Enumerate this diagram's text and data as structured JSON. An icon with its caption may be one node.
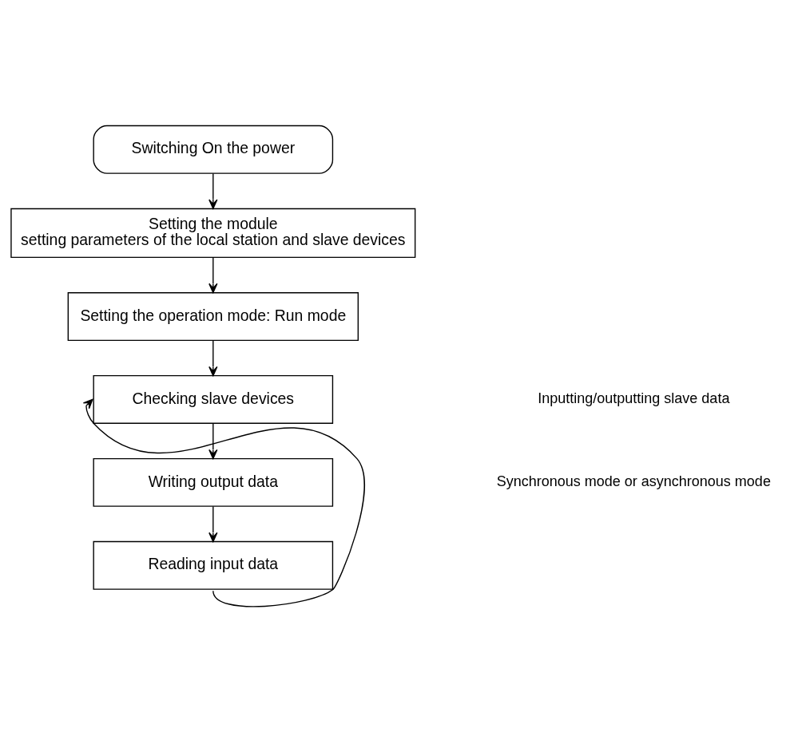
{
  "diagram": {
    "nodes": [
      {
        "text": [
          "Switching On the power"
        ]
      },
      {
        "text": [
          "Setting the module",
          "setting parameters of the local station and slave devices"
        ]
      },
      {
        "text": [
          "Setting the operation mode: Run mode"
        ]
      },
      {
        "text": [
          "Checking slave devices"
        ]
      },
      {
        "text": [
          "Writing output data"
        ]
      },
      {
        "text": [
          "Reading input data"
        ]
      }
    ],
    "edges": [
      {
        "from": 0,
        "to": 1,
        "arrow": "to"
      },
      {
        "from": 1,
        "to": 2,
        "arrow": "to"
      },
      {
        "from": 2,
        "to": 3,
        "arrow": "to"
      },
      {
        "from": 3,
        "to": 4,
        "arrow": "to"
      },
      {
        "from": 4,
        "to": 5,
        "arrow": "to"
      },
      {
        "from": 5,
        "to": 3,
        "arrow": "to"
      }
    ],
    "labels": [
      "Synchronous mode or asynchronous mode",
      "Inputting/outputting slave data"
    ]
  }
}
